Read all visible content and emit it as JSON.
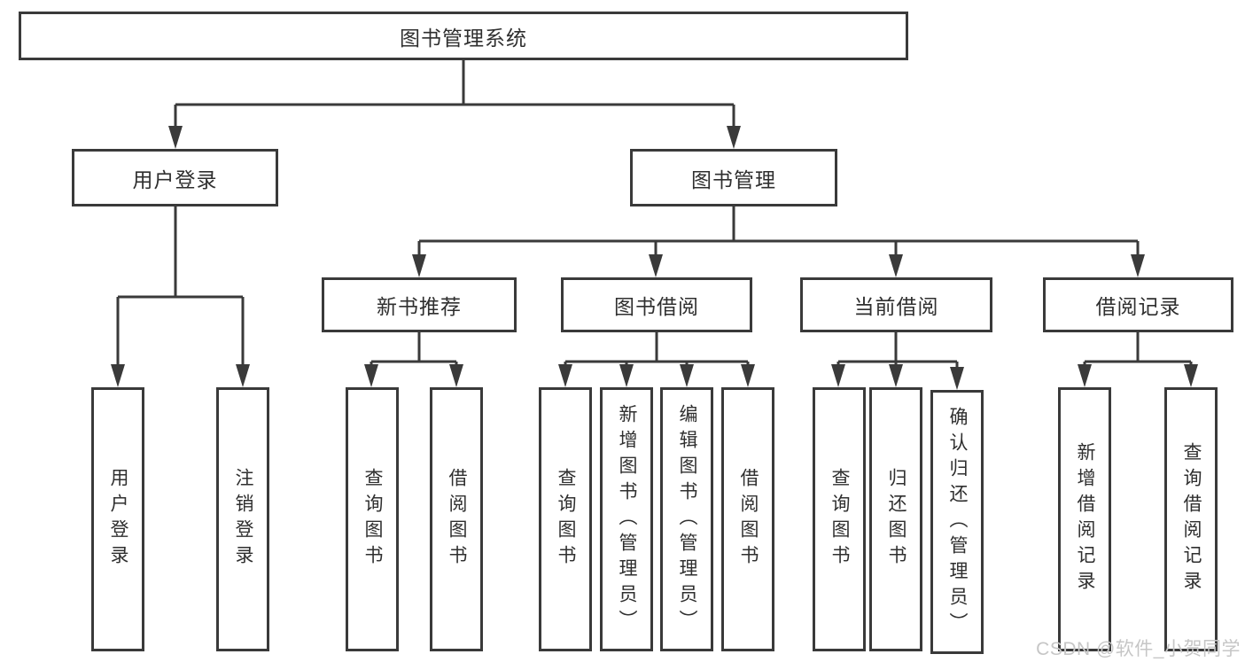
{
  "tree": {
    "label": "图书管理系统",
    "children": [
      {
        "label": "用户登录",
        "children": [
          {
            "label": "用户登录"
          },
          {
            "label": "注销登录"
          }
        ]
      },
      {
        "label": "图书管理",
        "children": [
          {
            "label": "新书推荐",
            "children": [
              {
                "label": "查询图书"
              },
              {
                "label": "借阅图书"
              }
            ]
          },
          {
            "label": "图书借阅",
            "children": [
              {
                "label": "查询图书"
              },
              {
                "label": "新增图书（管理员）"
              },
              {
                "label": "编辑图书（管理员）"
              },
              {
                "label": "借阅图书"
              }
            ]
          },
          {
            "label": "当前借阅",
            "children": [
              {
                "label": "查询图书"
              },
              {
                "label": "归还图书"
              },
              {
                "label": "确认归还（管理员）"
              }
            ]
          },
          {
            "label": "借阅记录",
            "children": [
              {
                "label": "新增借阅记录"
              },
              {
                "label": "查询借阅记录"
              }
            ]
          }
        ]
      }
    ]
  },
  "watermark": "CSDN @软件_小贺同学",
  "colors": {
    "line": "#3a3a3a",
    "text": "#2f2f2f",
    "background": "#ffffff",
    "watermark": "#c6c6c6"
  }
}
